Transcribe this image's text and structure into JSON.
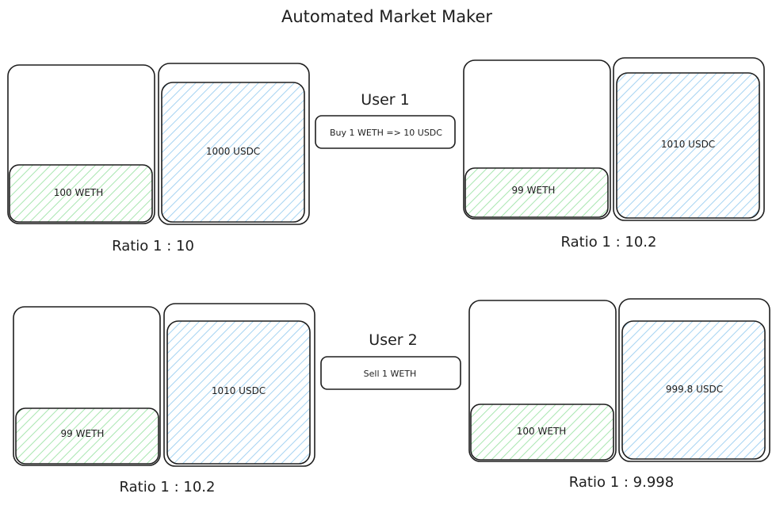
{
  "title": "Automated Market Maker",
  "colors": {
    "weth_hatch": "#a8e6b0",
    "usdc_hatch": "#a5d3f2",
    "stroke": "#1e1e1e"
  },
  "rows": [
    {
      "user": "User 1",
      "action": "Buy 1 WETH => 10 USDC",
      "before": {
        "weth": "100 WETH",
        "usdc": "1000 USDC",
        "ratio": "Ratio 1 : 10"
      },
      "after": {
        "weth": "99 WETH",
        "usdc": "1010 USDC",
        "ratio": "Ratio 1 : 10.2"
      }
    },
    {
      "user": "User 2",
      "action": "Sell 1 WETH",
      "before": {
        "weth": "99 WETH",
        "usdc": "1010 USDC",
        "ratio": "Ratio 1 : 10.2"
      },
      "after": {
        "weth": "100 WETH",
        "usdc": "999.8 USDC",
        "ratio": "Ratio 1 : 9.998"
      }
    }
  ]
}
